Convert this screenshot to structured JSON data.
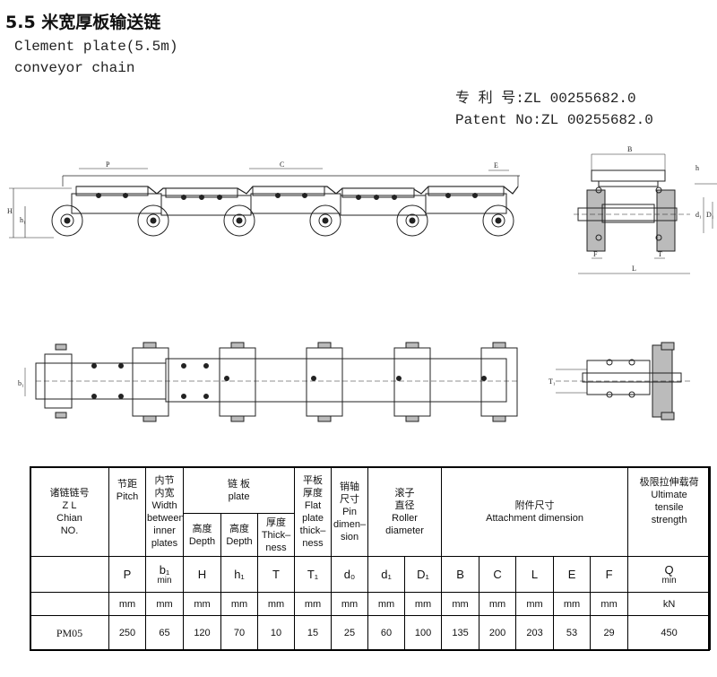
{
  "header": {
    "title_cn": "5.5 米宽厚板输送链",
    "title_en_line1": "Clement plate(5.5m)",
    "title_en_line2": "conveyor chain",
    "patent_cn": "专 利 号:ZL 00255682.0",
    "patent_en": "Patent No:ZL 00255682.0"
  },
  "drawing_labels": {
    "P": "P",
    "C": "C",
    "E": "E",
    "H": "H",
    "h1": "h₁",
    "B": "B",
    "h": "h",
    "d1": "d₁",
    "D1": "D₁",
    "L": "L",
    "F": "F",
    "T": "T",
    "T1": "T₁",
    "b1": "b₁"
  },
  "table": {
    "h_chain_no": [
      "诸链链号",
      "Z L",
      "Chian",
      "NO."
    ],
    "h_pitch": [
      "节距",
      "Pitch"
    ],
    "h_inner_width": [
      "内节",
      "内宽",
      "Width",
      "between",
      "inner",
      "plates"
    ],
    "h_plate": [
      "链 板",
      "plate"
    ],
    "h_depth": [
      "高度",
      "Depth"
    ],
    "h_depth2": [
      "高度",
      "Depth"
    ],
    "h_thickness": [
      "厚度",
      "Thick–",
      "ness"
    ],
    "h_flat_plate": [
      "平板",
      "厚度",
      "Flat",
      "plate",
      "thick–",
      "ness"
    ],
    "h_pin": [
      "销轴",
      "尺寸",
      "Pin",
      "dimen–",
      "sion"
    ],
    "h_roller": [
      "滚子",
      "直径",
      "Roller",
      "diameter"
    ],
    "h_attachment": [
      "附件尺寸",
      "Attachment  dimension"
    ],
    "h_tensile": [
      "极限拉伸载荷",
      "Ultimate",
      "tensile",
      "strength"
    ],
    "symbols": {
      "P": "P",
      "b1": "b₁",
      "b1_sub": "min",
      "H": "H",
      "h1": "h₁",
      "T": "T",
      "T1": "T₁",
      "d0": "d₀",
      "d1": "d₁",
      "D1": "D₁",
      "B": "B",
      "C": "C",
      "L": "L",
      "E": "E",
      "F": "F",
      "Q": "Q",
      "Q_sub": "min"
    },
    "units": [
      "mm",
      "mm",
      "mm",
      "mm",
      "mm",
      "mm",
      "mm",
      "mm",
      "mm",
      "mm",
      "mm",
      "mm",
      "mm",
      "mm",
      "kN"
    ],
    "row": [
      "PM05",
      "250",
      "65",
      "120",
      "70",
      "10",
      "15",
      "25",
      "60",
      "100",
      "135",
      "200",
      "203",
      "53",
      "29",
      "450"
    ]
  }
}
